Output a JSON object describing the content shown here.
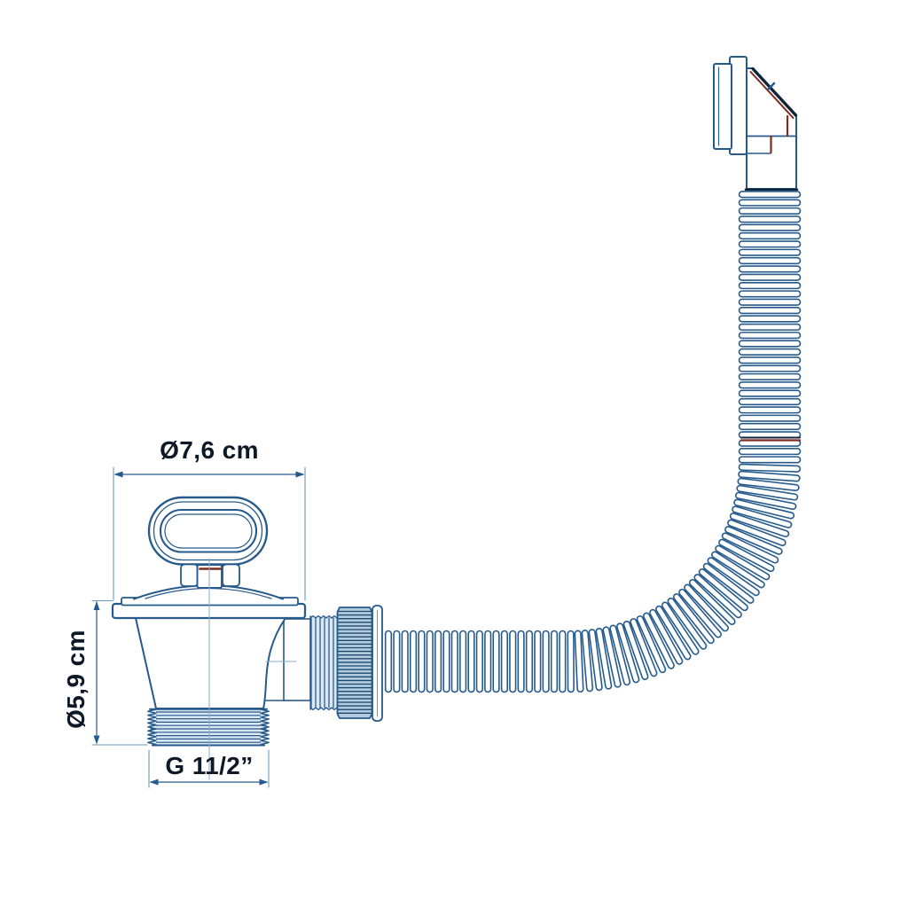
{
  "diagram": {
    "type": "technical-line-drawing",
    "subject": "drain-waste-with-strainer-and-corrugated-overflow-hose",
    "labels": {
      "top_diameter": "Ø7,6 cm",
      "left_diameter": "Ø5,9 cm",
      "thread_size": "G 11/2”"
    },
    "values": {
      "top_diameter_cm": 7.6,
      "left_diameter_cm": 5.9
    },
    "colors": {
      "background": "#ffffff",
      "line": "#265a8c",
      "dark": "#0e2439",
      "accent_red": "#7d2c20",
      "light_fill": "#dbe7f1",
      "nut_fill": "#b3cbdd",
      "nut_stripe": "#1d4a70",
      "thin_line": "#86add0",
      "extension_line": "#6f9abd",
      "text": "#0d1926"
    },
    "components": [
      {
        "name": "strainer-handle"
      },
      {
        "name": "strainer-stem-nut"
      },
      {
        "name": "strainer-dome-cap"
      },
      {
        "name": "strainer-flange"
      },
      {
        "name": "drain-body-cone"
      },
      {
        "name": "bottom-threaded-tail"
      },
      {
        "name": "side-outlet-thread"
      },
      {
        "name": "knurled-coupling-nut"
      },
      {
        "name": "washer-flange"
      },
      {
        "name": "corrugated-overflow-hose"
      },
      {
        "name": "overflow-elbow-fitting"
      }
    ]
  }
}
